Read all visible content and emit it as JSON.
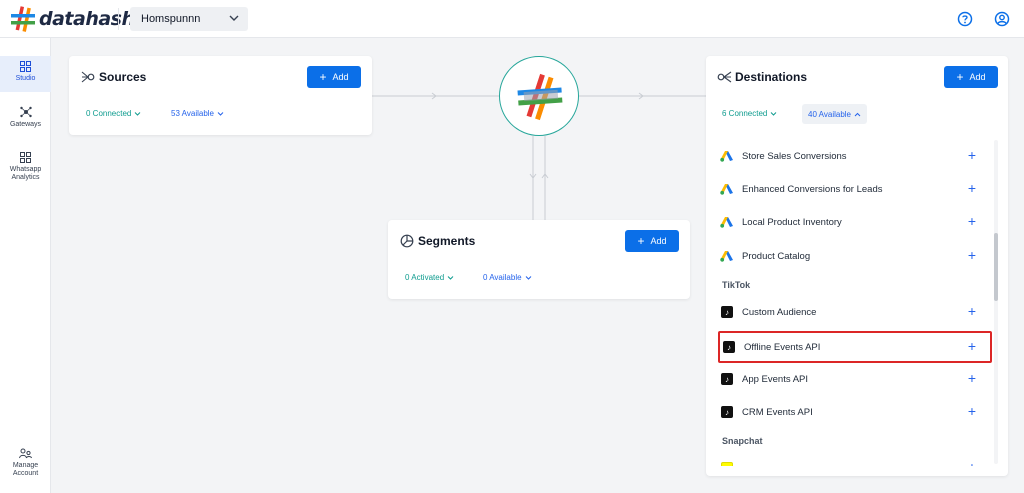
{
  "app": {
    "brand": "datahash",
    "workspace": "Homspunnn"
  },
  "sidebar": {
    "items": [
      {
        "label": "Studio",
        "icon": "grid-icon",
        "active": true
      },
      {
        "label": "Gateways",
        "icon": "hub-icon",
        "active": false
      },
      {
        "label": "Whatsapp Analytics",
        "icon": "grid-icon",
        "active": false
      },
      {
        "label": "Manage Account",
        "icon": "users-icon",
        "active": false
      }
    ]
  },
  "sources": {
    "title": "Sources",
    "add_label": "Add",
    "connected": "0 Connected",
    "available": "53 Available"
  },
  "segments": {
    "title": "Segments",
    "add_label": "Add",
    "activated": "0 Activated",
    "available": "0 Available"
  },
  "destinations": {
    "title": "Destinations",
    "add_label": "Add",
    "connected": "6 Connected",
    "available": "40 Available",
    "google_items": [
      "Store Sales Conversions",
      "Enhanced Conversions for Leads",
      "Local Product Inventory",
      "Product Catalog"
    ],
    "tiktok_label": "TikTok",
    "tiktok_items": [
      "Custom Audience",
      "Offline Events API",
      "App Events API",
      "CRM Events API"
    ],
    "snapchat_label": "Snapchat"
  },
  "colors": {
    "accent": "#0b6fe8",
    "teal": "#0f9c8f",
    "highlight": "#dc2626"
  }
}
